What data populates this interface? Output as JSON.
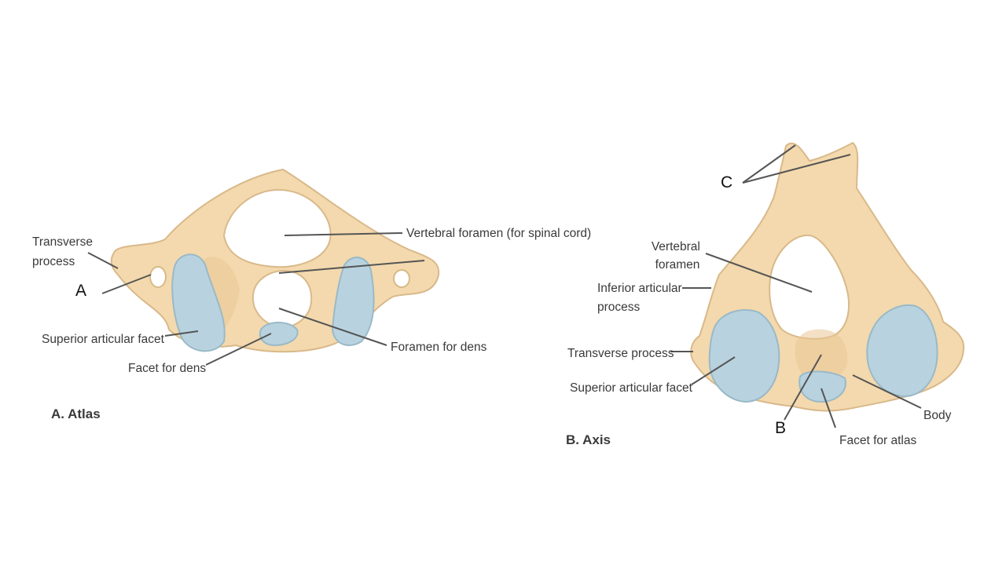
{
  "atlas": {
    "caption": "A. Atlas",
    "labels": {
      "transverse_process": [
        "Transverse",
        "process"
      ],
      "vertebral_foramen": "Vertebral foramen (for spinal cord)",
      "superior_articular_facet": "Superior articular facet",
      "facet_for_dens": "Facet for dens",
      "foramen_for_dens": "Foramen for dens"
    },
    "marker": "A"
  },
  "axis": {
    "caption": "B. Axis",
    "labels": {
      "vertebral_foramen": [
        "Vertebral",
        "foramen"
      ],
      "inferior_articular_process": [
        "Inferior articular",
        "process"
      ],
      "transverse_process": "Transverse process",
      "superior_articular_facet": "Superior articular facet",
      "body": "Body",
      "facet_for_atlas": "Facet for atlas"
    },
    "markers": {
      "b": "B",
      "c": "C"
    }
  }
}
